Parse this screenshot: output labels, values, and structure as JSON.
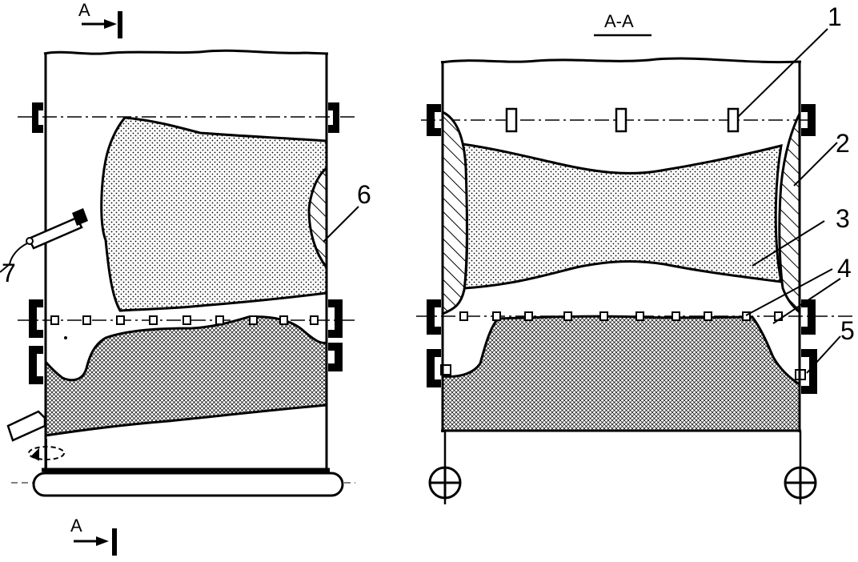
{
  "section_marks": {
    "top": "A",
    "bottom": "A"
  },
  "section_title": "A-A",
  "callouts": [
    {
      "id": "1",
      "text": "1"
    },
    {
      "id": "2",
      "text": "2"
    },
    {
      "id": "3",
      "text": "3"
    },
    {
      "id": "4",
      "text": "4"
    },
    {
      "id": "5",
      "text": "5"
    },
    {
      "id": "6",
      "text": "6"
    },
    {
      "id": "7",
      "text": "7"
    }
  ],
  "colors": {
    "line": "#000000",
    "background": "#ffffff"
  }
}
